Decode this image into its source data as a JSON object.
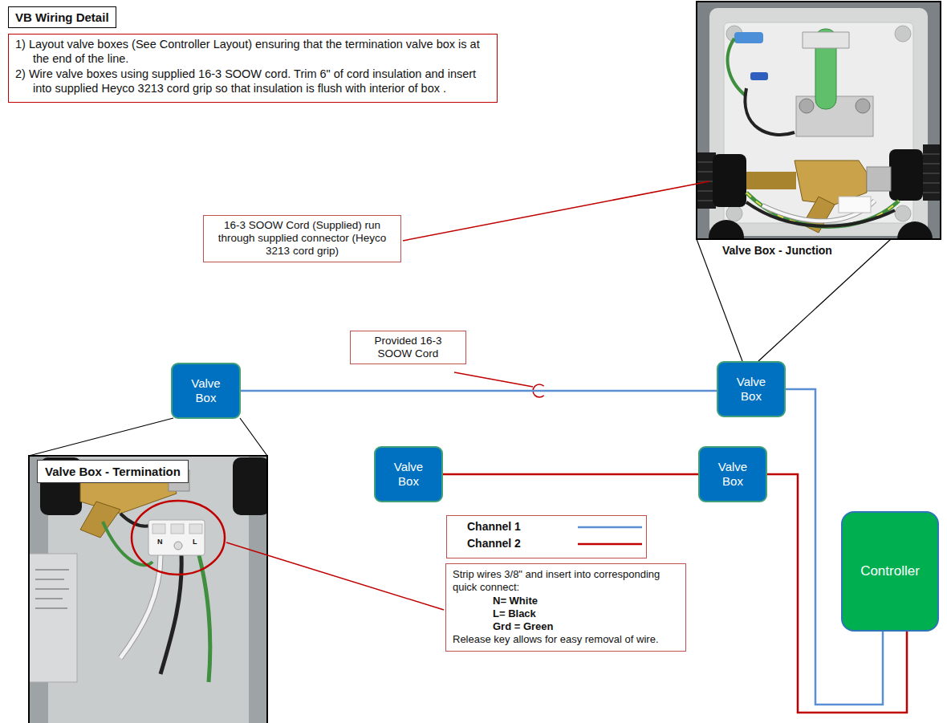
{
  "diagram": {
    "title": "VB Wiring Detail",
    "nodes": [
      {
        "text": [
          "1) Layout valve boxes (See Controller Layout) ensuring that the termination valve box is at the end of the line.",
          "2) Wire valve boxes using supplied 16-3 SOOW cord. Trim 6\" of cord insulation and insert into supplied Heyco 3213 cord grip so that insulation is flush with interior of box ."
        ]
      },
      {
        "text": [
          "16-3 SOOW Cord (Supplied) run through supplied connector (Heyco 3213 cord grip)"
        ]
      },
      {
        "text": [
          "Provided 16-3 SOOW Cord"
        ]
      },
      {
        "text": [
          "Valve Box"
        ]
      },
      {
        "text": [
          "Valve Box"
        ]
      },
      {
        "text": [
          "Valve Box"
        ]
      },
      {
        "text": [
          "Valve Box"
        ]
      },
      {
        "text": [
          "Controller"
        ]
      },
      {
        "text": [
          "Valve Box - Termination"
        ]
      },
      {
        "text": [
          "Strip wires 3/8\" and insert into corresponding quick connect:",
          "N= White",
          "L= Black",
          "Grd = Green",
          "Release key allows for easy removal of wire."
        ]
      }
    ],
    "edges": [
      {
        "from": 3,
        "to": 4,
        "arrow": "none"
      },
      {
        "from": 4,
        "to": 7,
        "arrow": "none"
      },
      {
        "from": 5,
        "to": 6,
        "arrow": "none"
      },
      {
        "from": 6,
        "to": 7,
        "arrow": "none"
      }
    ],
    "labels": [
      "Valve Box - Junction",
      "N",
      "L"
    ],
    "legend": [
      {
        "text": "Channel 1"
      },
      {
        "text": "Channel 2"
      }
    ]
  }
}
